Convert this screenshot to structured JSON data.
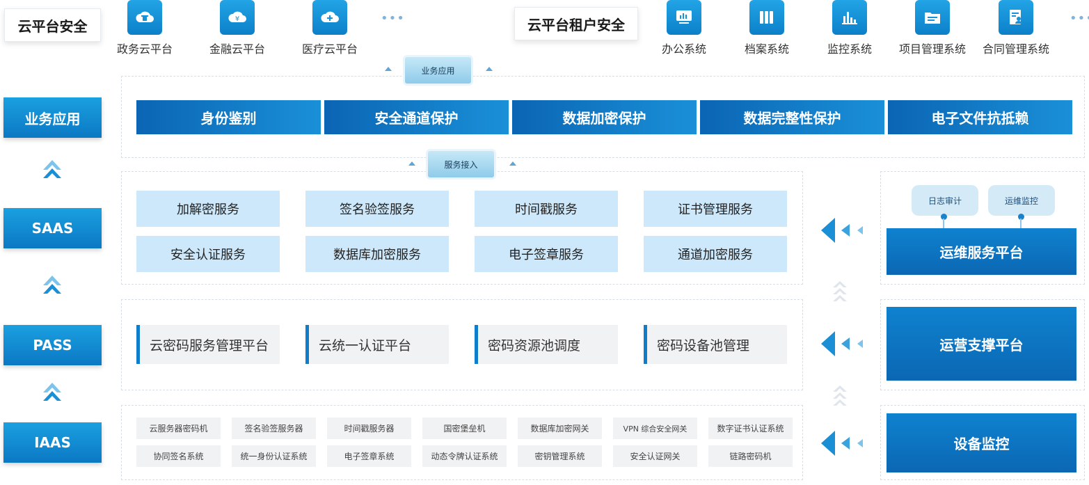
{
  "top": {
    "left_title": "云平台安全",
    "right_title": "云平台租户安全",
    "left_apps": [
      {
        "label": "政务云平台",
        "icon": "cloud-building-icon"
      },
      {
        "label": "金融云平台",
        "icon": "cloud-yen-icon"
      },
      {
        "label": "医疗云平台",
        "icon": "cloud-plus-icon"
      }
    ],
    "right_apps": [
      {
        "label": "办公系统",
        "icon": "monitor-chart-icon"
      },
      {
        "label": "档案系统",
        "icon": "folders-icon"
      },
      {
        "label": "监控系统",
        "icon": "bar-chart-icon"
      },
      {
        "label": "项目管理系统",
        "icon": "folder-list-icon"
      },
      {
        "label": "合同管理系统",
        "icon": "contract-person-icon"
      }
    ],
    "ellipsis": "•••"
  },
  "left_layers": [
    "业务应用",
    "SAAS",
    "PASS",
    "IAAS"
  ],
  "business": {
    "bubble": "业务应用",
    "items": [
      "身份鉴别",
      "安全通道保护",
      "数据加密保护",
      "数据完整性保护",
      "电子文件抗抵赖"
    ]
  },
  "service_access": {
    "bubble": "服务接入"
  },
  "saas": {
    "row1": [
      "加解密服务",
      "签名验签服务",
      "时间戳服务",
      "证书管理服务"
    ],
    "row2": [
      "安全认证服务",
      "数据库加密服务",
      "电子签章服务",
      "通道加密服务"
    ]
  },
  "pass": {
    "items": [
      "云密码服务管理平台",
      "云统一认证平台",
      "密码资源池调度",
      "密码设备池管理"
    ]
  },
  "iaas": {
    "row1": [
      "云服务器密码机",
      "签名验签服务器",
      "时间戳服务器",
      "国密堡垒机",
      "数据库加密网关",
      "VPN 综合安全网关",
      "数字证书认证系统"
    ],
    "row2": [
      "协同签名系统",
      "统一身份认证系统",
      "电子签章系统",
      "动态令牌认证系统",
      "密钥管理系统",
      "安全认证网关",
      "链路密码机"
    ]
  },
  "right": {
    "pills": [
      "日志审计",
      "运维监控"
    ],
    "ops_platform": "运维服务平台",
    "support_platform": "运营支撑平台",
    "device_monitor": "设备监控"
  },
  "colors": {
    "primary": "#0f7dc9",
    "light_blue": "#cde8fa",
    "gray_bg": "#f1f2f4"
  }
}
